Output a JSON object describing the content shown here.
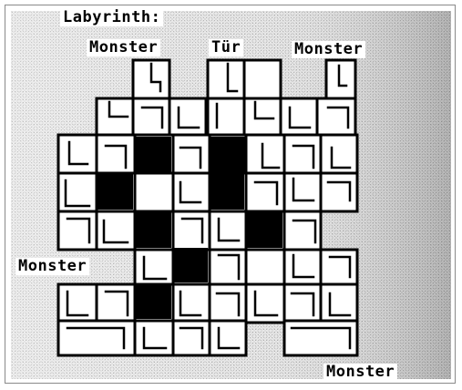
{
  "title": "Labyrinth:",
  "labels": {
    "monster_top_left": "Monster",
    "door": "Tür",
    "monster_top_right": "Monster",
    "monster_left": "Monster",
    "monster_bottom_right": "Monster"
  },
  "colors": {
    "background": "#ffffff",
    "wall": "#000000",
    "dither_light": "#e9e9e9",
    "dither_dark": "#bdbdbd"
  },
  "tile_types": [
    "corner-tile",
    "straight-tile",
    "t-junction-tile",
    "cross-tile",
    "dead-end-tile",
    "solid-wall-tile"
  ]
}
